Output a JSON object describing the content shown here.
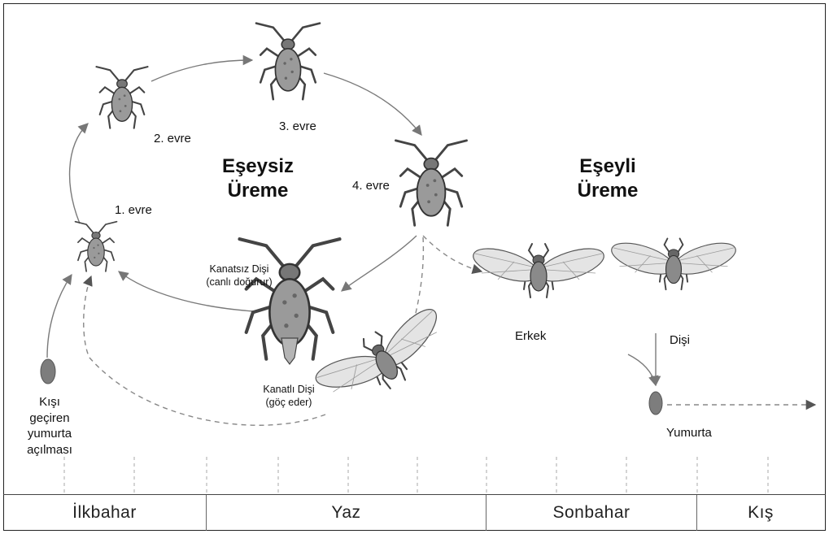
{
  "phases": {
    "asexual": "Eşeysiz Üreme",
    "asexual_line1": "Eşeysiz",
    "asexual_line2": "Üreme",
    "sexual_line1": "Eşeyli",
    "sexual_line2": "Üreme"
  },
  "stages": {
    "stage1": "1. evre",
    "stage2": "2. evre",
    "stage3": "3. evre",
    "stage4": "4. evre"
  },
  "females": {
    "wingless_line1": "Kanatsız Dişi",
    "wingless_line2": "(canlı doğurur)",
    "winged_line1": "Kanatlı Dişi",
    "winged_line2": "(göç eder)"
  },
  "sexual_forms": {
    "male": "Erkek",
    "female": "Dişi",
    "egg": "Yumurta"
  },
  "overwinter_egg": {
    "line1": "Kışı",
    "line2": "geçiren",
    "line3": "yumurta",
    "line4": "açılması"
  },
  "seasons": [
    "İlkbahar",
    "Yaz",
    "Sonbahar",
    "Kış"
  ],
  "colors": {
    "insect_body": "#8e8e8e",
    "egg": "#7d7d7d",
    "arrow": "#7a7a7a",
    "wing": "#dcdcdc"
  }
}
